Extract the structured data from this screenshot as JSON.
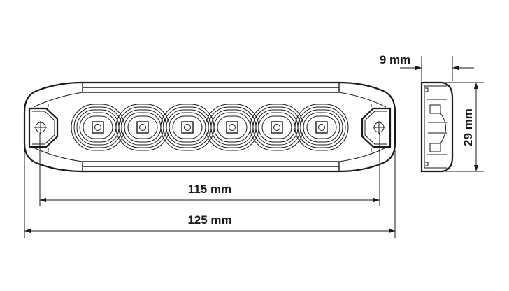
{
  "dimensions": {
    "depth_label": "9 mm",
    "height_label": "29 mm",
    "hole_spacing_label": "115 mm",
    "overall_length_label": "125 mm"
  },
  "led_count": 6
}
